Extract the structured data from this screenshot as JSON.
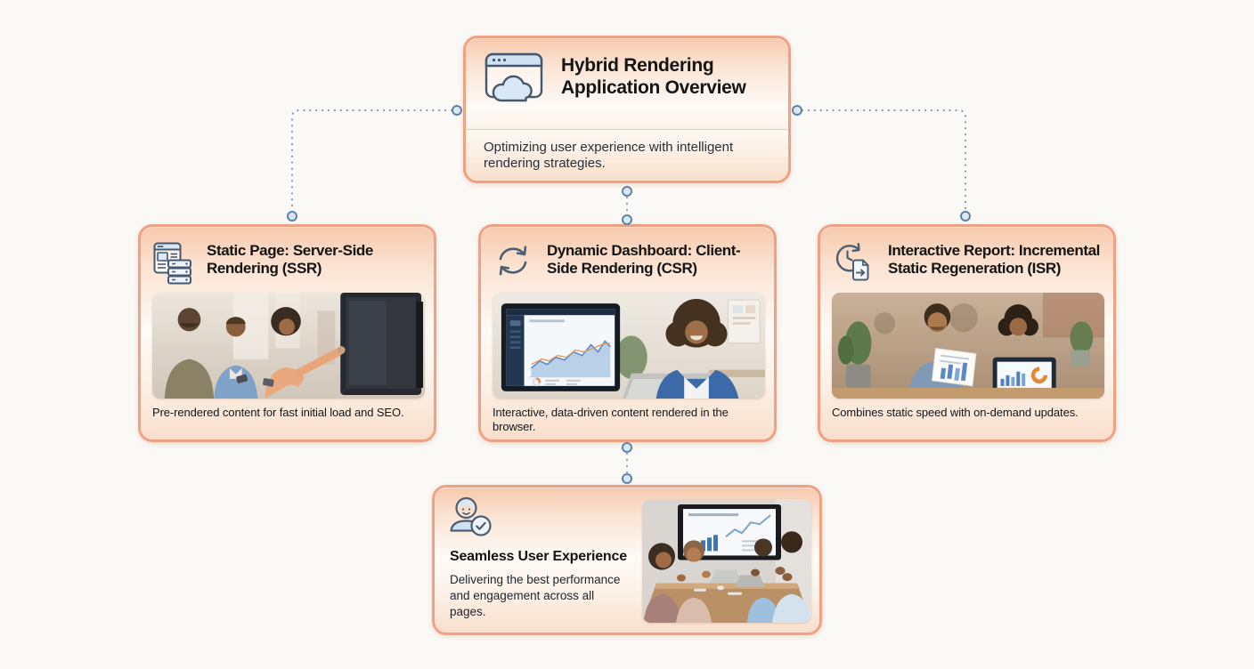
{
  "colors": {
    "card_border": "#f0a184",
    "card_fill_top": "#f7c9ad",
    "card_fill_bottom": "#f9dfcc",
    "connector": "#7f9dc0",
    "connector_node_fill": "#dbe7f3",
    "connector_node_stroke": "#5d83a9",
    "title_text": "#151515",
    "body_text": "#26303b",
    "page_background": "#faf9f6"
  },
  "root": {
    "title": "Hybrid Rendering Application Overview",
    "description": "Optimizing user experience with intelligent rendering strategies.",
    "icon": "browser-cloud-icon"
  },
  "nodes": [
    {
      "id": "ssr",
      "title": "Static Page: Server-Side Rendering (SSR)",
      "caption": "Pre-rendered content for fast initial load and SEO.",
      "icon": "webpage-server-icon",
      "image_alt": "Three colleagues pointing at a wall-mounted display in an office"
    },
    {
      "id": "csr",
      "title": "Dynamic Dashboard: Client-Side Rendering (CSR)",
      "caption": "Interactive, data-driven content rendered in the browser.",
      "icon": "refresh-cycle-icon",
      "image_alt": "Smiling woman at a laptop beside a monitor showing an analytics dashboard"
    },
    {
      "id": "isr",
      "title": "Interactive Report: Incremental Static Regeneration (ISR)",
      "caption": "Combines static speed with on-demand updates.",
      "icon": "history-document-icon",
      "image_alt": "Two colleagues reviewing printed charts and a tablet in a cafe"
    }
  ],
  "footer": {
    "title": "Seamless User Experience",
    "description": "Delivering the best performance and engagement across all pages.",
    "icon": "user-check-icon",
    "image_alt": "Team applauding in a meeting room in front of a chart presentation screen"
  },
  "connections": [
    {
      "from": "root",
      "to": "ssr"
    },
    {
      "from": "root",
      "to": "csr"
    },
    {
      "from": "root",
      "to": "isr"
    },
    {
      "from": "csr",
      "to": "seamless-user-experience"
    }
  ]
}
